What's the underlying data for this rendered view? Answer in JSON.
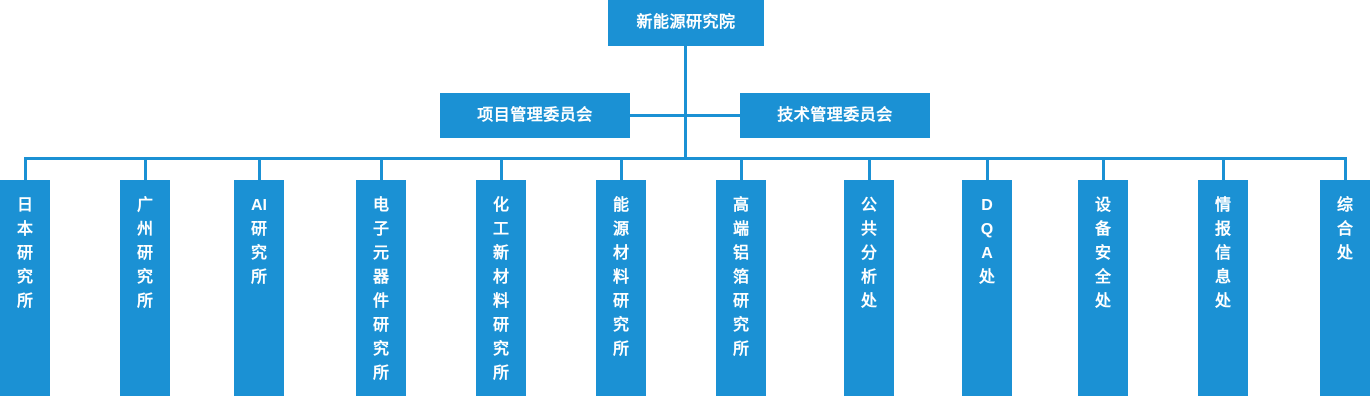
{
  "diagram": {
    "title_text": "新能源研究院",
    "accent_color": "#1b91d4",
    "text_color": "#ffffff",
    "background_color": "#ffffff"
  },
  "root": {
    "label": "新能源研究院"
  },
  "committees": [
    {
      "label": "项目管理委员会"
    },
    {
      "label": "技术管理委员会"
    }
  ],
  "departments": [
    {
      "label": "日本研究所",
      "chars": [
        "日",
        "本",
        "研",
        "究",
        "所"
      ]
    },
    {
      "label": "广州研究所",
      "chars": [
        "广",
        "州",
        "研",
        "究",
        "所"
      ]
    },
    {
      "label": "AI研究所",
      "chars": [
        "AI",
        "研",
        "究",
        "所"
      ]
    },
    {
      "label": "电子元器件研究所",
      "chars": [
        "电",
        "子",
        "元",
        "器",
        "件",
        "研",
        "究",
        "所"
      ]
    },
    {
      "label": "化工新材料研究所",
      "chars": [
        "化",
        "工",
        "新",
        "材",
        "料",
        "研",
        "究",
        "所"
      ]
    },
    {
      "label": "能源材料研究所",
      "chars": [
        "能",
        "源",
        "材",
        "料",
        "研",
        "究",
        "所"
      ]
    },
    {
      "label": "高端铝箔研究所",
      "chars": [
        "高",
        "端",
        "铝",
        "箔",
        "研",
        "究",
        "所"
      ]
    },
    {
      "label": "公共分析处",
      "chars": [
        "公",
        "共",
        "分",
        "析",
        "处"
      ]
    },
    {
      "label": "DQA处",
      "chars": [
        "D",
        "Q",
        "A",
        "处"
      ]
    },
    {
      "label": "设备安全处",
      "chars": [
        "设",
        "备",
        "安",
        "全",
        "处"
      ]
    },
    {
      "label": "情报信息处",
      "chars": [
        "情",
        "报",
        "信",
        "息",
        "处"
      ]
    },
    {
      "label": "综合处",
      "chars": [
        "综",
        "合",
        "处"
      ]
    }
  ]
}
